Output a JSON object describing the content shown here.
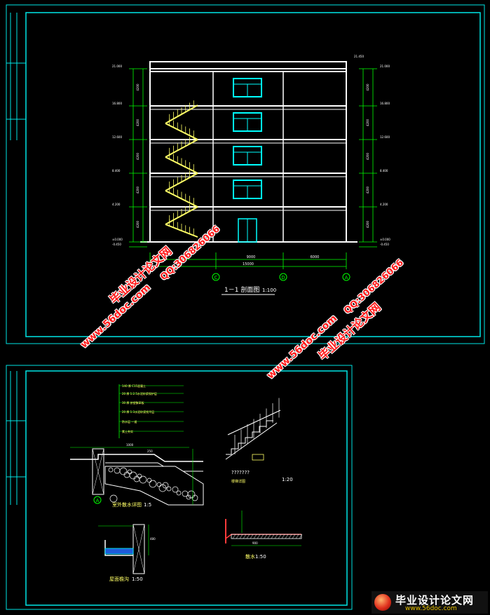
{
  "upper_sheet": {
    "title": "1－1 剖面图",
    "scale": "1:100",
    "elev_top": "21.450",
    "levels": [
      "21.000",
      "16.800",
      "12.600",
      "8.400",
      "4.200",
      "±0.000",
      "-0.450"
    ],
    "floor_dims": [
      "4200",
      "4200",
      "4200",
      "4200",
      "4200"
    ],
    "span_dims": [
      "9000",
      "6000"
    ],
    "total_dim": "15000",
    "axes": [
      "C",
      "D",
      "A"
    ]
  },
  "lower_sheet": {
    "title_ramp": "室外散水详图",
    "scale_ramp": "1:5",
    "title_gutter": "屋面檐沟",
    "scale_gutter": "1:50",
    "title_stair": "楼梯详图",
    "scale_stair": "1:20",
    "stair_label": "???????",
    "title_apron": "散水",
    "scale_apron": "1:50",
    "axis": "A",
    "layers": [
      "140 厚 C15混凝土",
      "20 厚 1:2.5水泥砂浆保护层",
      "30 厚 挤塑聚苯板",
      "20 厚 1:3水泥砂浆找平层",
      "防水层 一道",
      "素土夯实"
    ],
    "dims": [
      "1000",
      "250",
      "900",
      "480"
    ]
  },
  "watermarks": {
    "site_cn": "毕业设计论文网",
    "site_url": "www.56doc.com",
    "qq": "QQ:306826066"
  },
  "logo": {
    "cn": "毕业设计论文网",
    "url": "www.56doc.com"
  },
  "colors": {
    "frame": "#00e5e5",
    "wall": "#ffffff",
    "stair": "#ffff66",
    "window": "#00ffff",
    "dim": "#00ff00",
    "watermark": "#ff1a1a"
  }
}
